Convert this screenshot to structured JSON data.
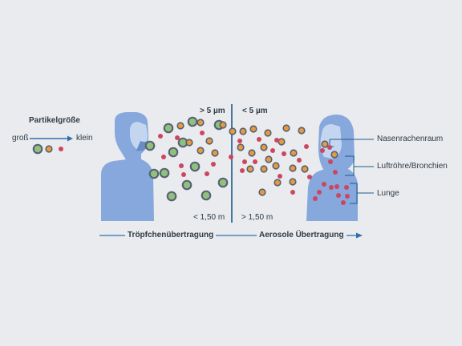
{
  "legend": {
    "title": "Partikelgröße",
    "large": "groß",
    "small": "klein"
  },
  "sizes": {
    "left": "> 5 µm",
    "right": "< 5 µm"
  },
  "distances": {
    "left": "< 1,50 m",
    "right": "> 1,50 m"
  },
  "transmission": {
    "droplet": "Tröpfchenübertragung",
    "aerosol": "Aerosole Übertragung"
  },
  "anatomy": {
    "nasopharynx": "Nasenrachenraum",
    "trachea": "Luftröhre/Bronchien",
    "lung": "Lunge"
  },
  "colors": {
    "background": "#e9ebee",
    "person_body": "#86a8dc",
    "person_face": "#c4d6ef",
    "person_dark": "#6a8cc4",
    "divider": "#1f5c8c",
    "arrow": "#2f6fb0",
    "large_particle": "#8fc07c",
    "medium_particle": "#e99a3c",
    "small_particle": "#cd4660"
  }
}
